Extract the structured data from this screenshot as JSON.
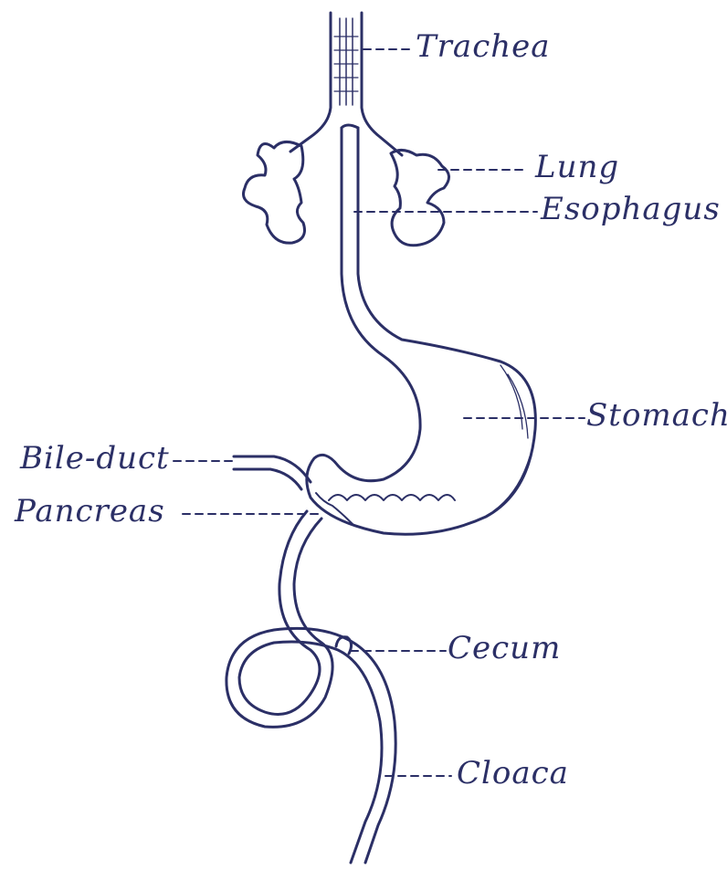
{
  "diagram": {
    "ink_color": "#2b2f66",
    "background": "#ffffff",
    "labels": {
      "trachea": "Trachea",
      "lung": "Lung",
      "esophagus": "Esophagus",
      "stomach": "Stomach",
      "bile_duct": "Bile-duct",
      "pancreas": "Pancreas",
      "cecum": "Cecum",
      "cloaca": "Cloaca"
    }
  }
}
